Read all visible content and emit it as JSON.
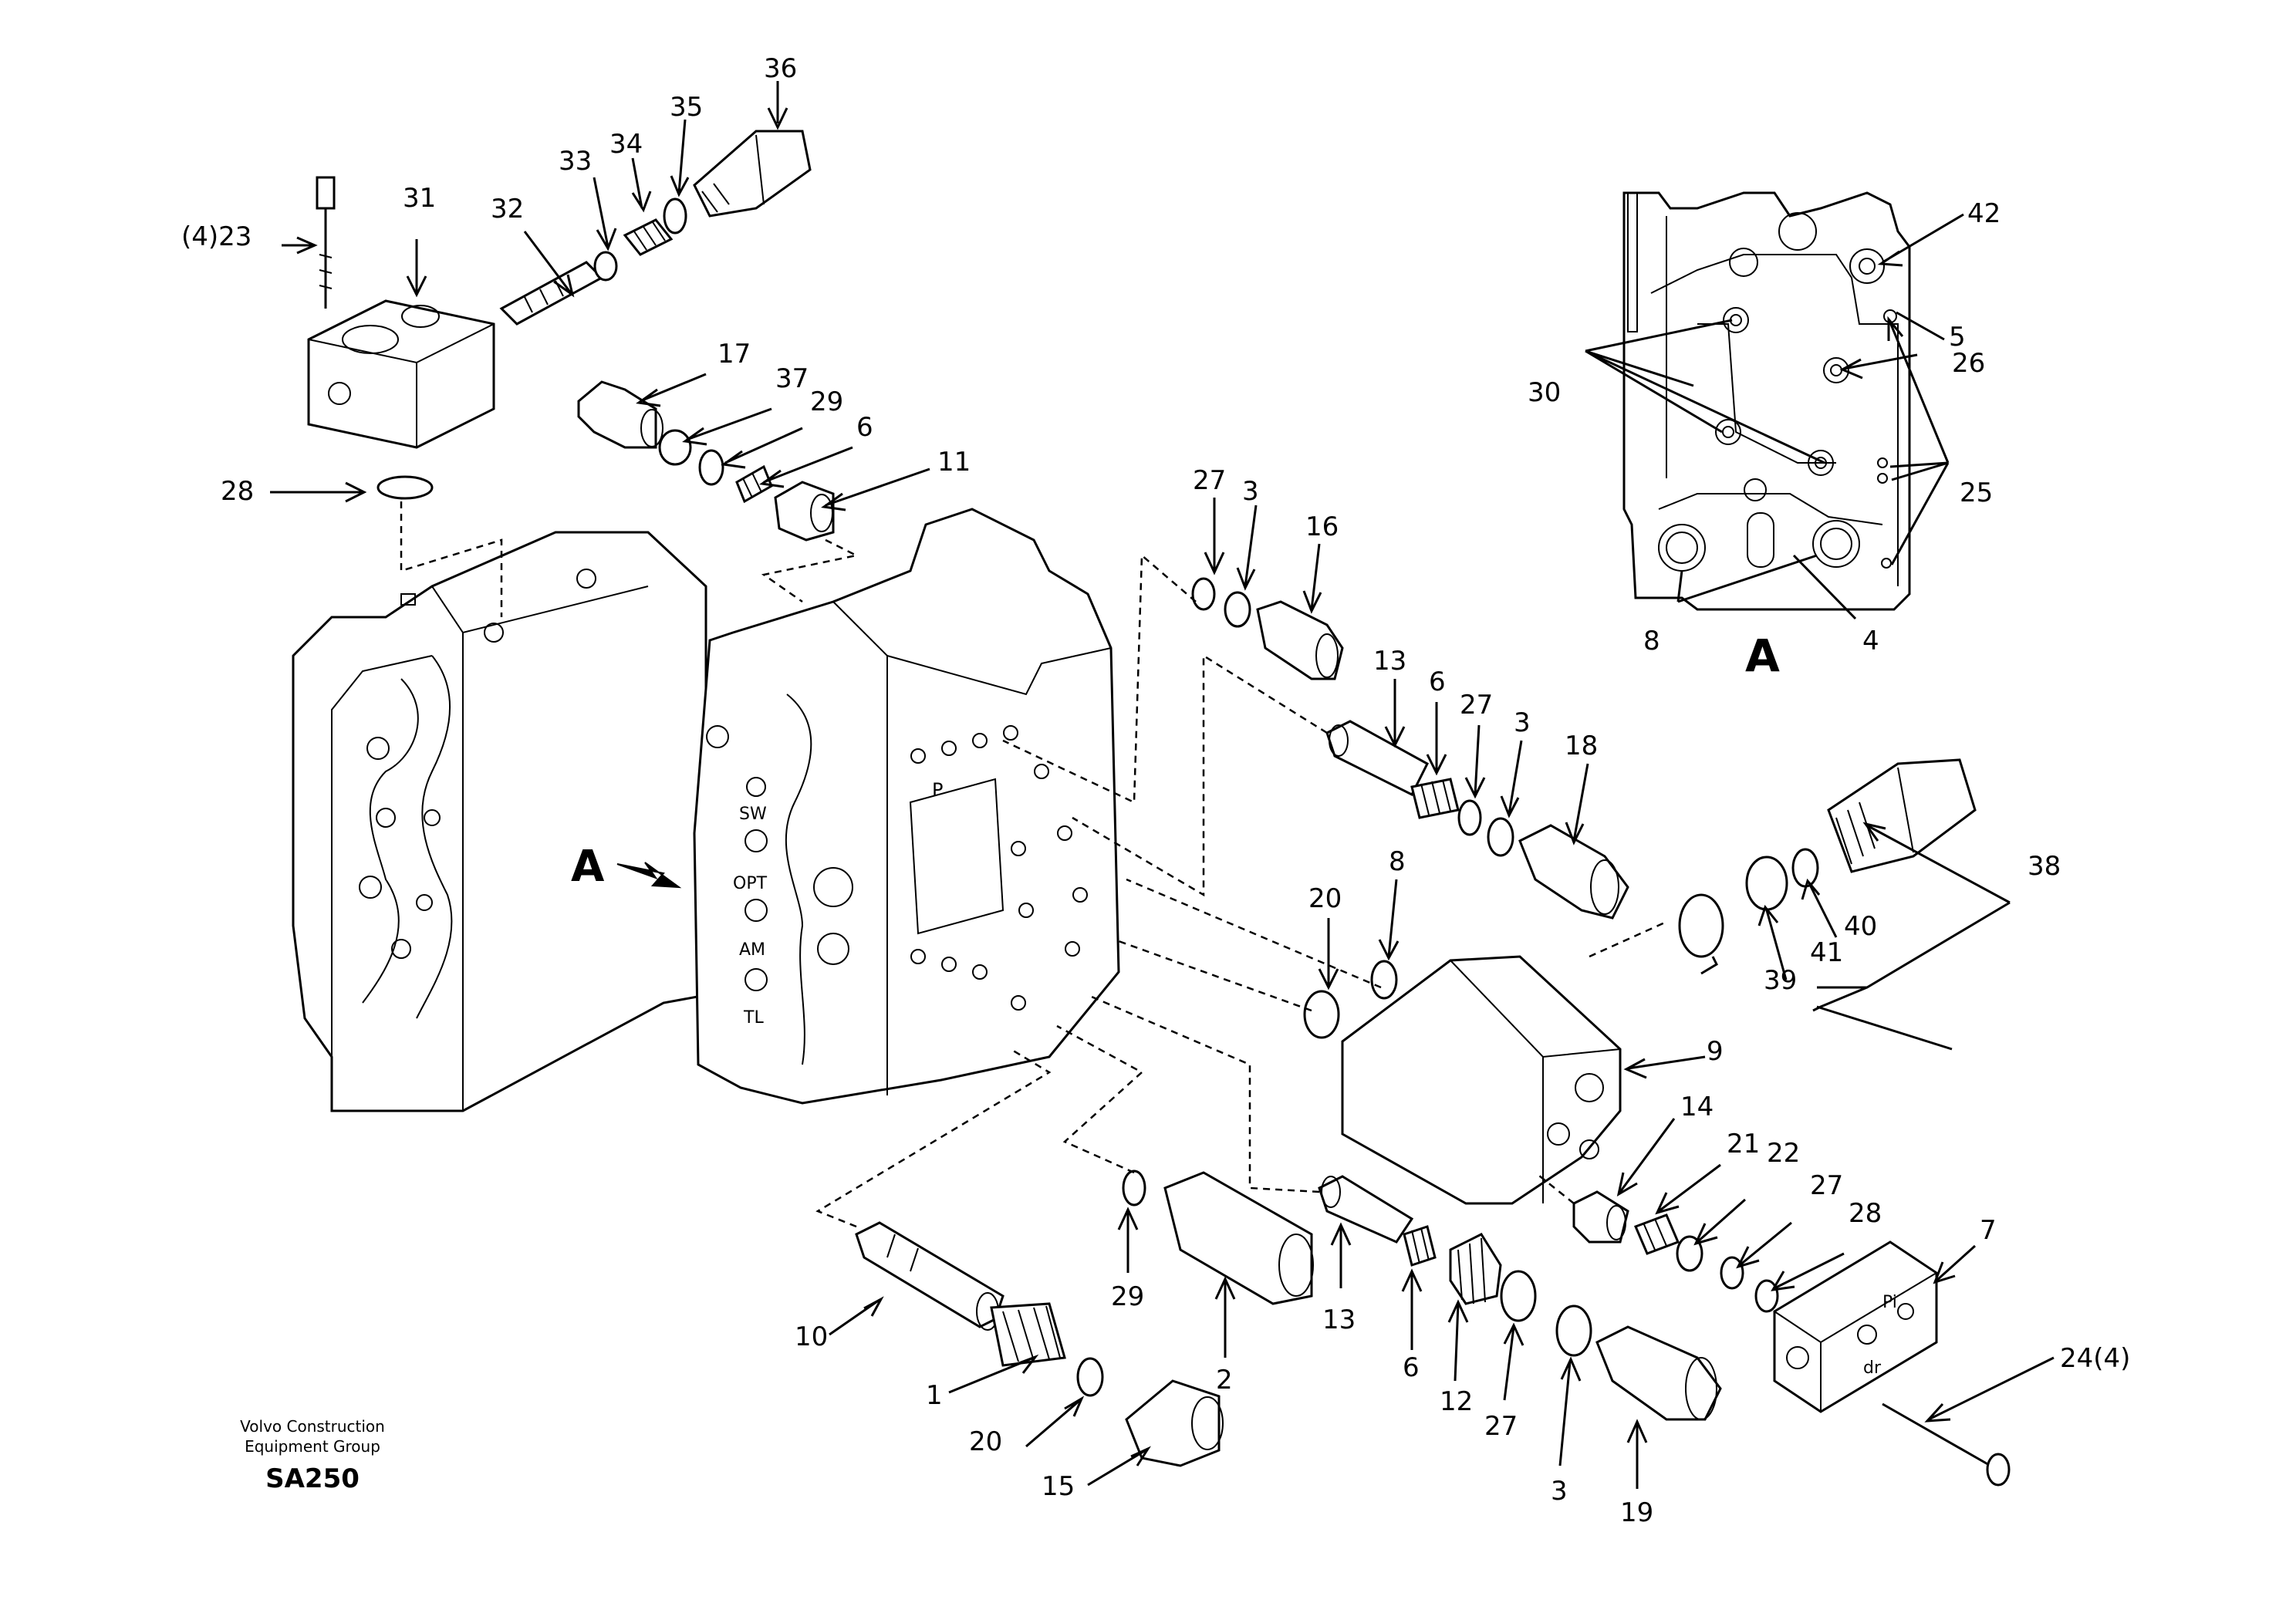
{
  "footer": {
    "company_line1": "Volvo Construction",
    "company_line2": "Equipment Group",
    "code": "SA250"
  },
  "view": {
    "view_label": "A",
    "arrow_label": "A"
  },
  "body_markings": {
    "p": "P",
    "sw": "SW",
    "opt": "OPT",
    "am": "AM",
    "tl": "TL",
    "pi": "Pi",
    "dr": "dr"
  },
  "labels": {
    "l36": "36",
    "l35": "35",
    "l34": "34",
    "l33": "33",
    "l32": "32",
    "l31": "31",
    "l23": "(4)23",
    "l28": "28",
    "l17": "17",
    "l37": "37",
    "l29a": "29",
    "l6a": "6",
    "l11": "11",
    "l27a": "27",
    "l3a": "3",
    "l16": "16",
    "l13a": "13",
    "l6b": "6",
    "l27b": "27",
    "l3b": "3",
    "l18": "18",
    "l20a": "20",
    "l8a": "8",
    "l38": "38",
    "l40": "40",
    "l41": "41",
    "l39": "39",
    "l9": "9",
    "l14": "14",
    "l21": "21",
    "l22": "22",
    "l27c": "27",
    "l28b": "28",
    "l7": "7",
    "l24": "24(4)",
    "l10": "10",
    "l1": "1",
    "l20b": "20",
    "l15": "15",
    "l29b": "29",
    "l2": "2",
    "l13b": "13",
    "l6c": "6",
    "l12": "12",
    "l27d": "27",
    "l3c": "3",
    "l19": "19",
    "l42": "42",
    "l5": "5",
    "l26": "26",
    "l30": "30",
    "l25": "25",
    "l8b": "8",
    "l4": "4"
  }
}
